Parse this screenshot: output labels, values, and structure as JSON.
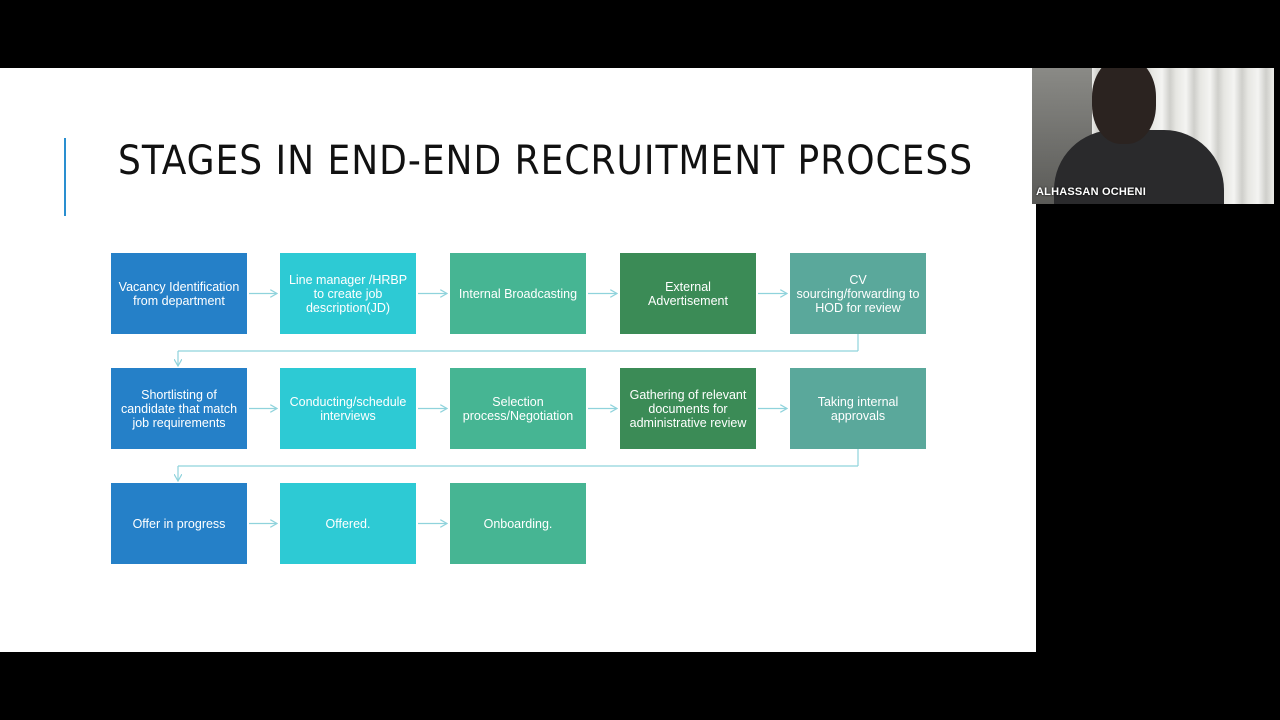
{
  "slide": {
    "title": "STAGES IN END-END RECRUITMENT PROCESS",
    "rows": [
      [
        {
          "label": "Vacancy Identification from department",
          "color": "blue"
        },
        {
          "label": "Line manager /HRBP to create job description(JD)",
          "color": "cyan"
        },
        {
          "label": "Internal Broadcasting",
          "color": "teal"
        },
        {
          "label": "External Advertisement",
          "color": "green"
        },
        {
          "label": "CV sourcing/forwarding to HOD for review",
          "color": "gray"
        }
      ],
      [
        {
          "label": "Shortlisting of candidate that match job requirements",
          "color": "blue"
        },
        {
          "label": "Conducting/schedule interviews",
          "color": "cyan"
        },
        {
          "label": "Selection process/Negotiation",
          "color": "teal"
        },
        {
          "label": "Gathering of relevant documents for administrative review",
          "color": "green"
        },
        {
          "label": "Taking internal approvals",
          "color": "gray"
        }
      ],
      [
        {
          "label": "Offer in progress",
          "color": "blue"
        },
        {
          "label": "Offered.",
          "color": "cyan"
        },
        {
          "label": "Onboarding.",
          "color": "teal"
        }
      ]
    ]
  },
  "video": {
    "participant_name": "ALHASSAN OCHENI"
  },
  "colors": {
    "blue": "#2580c8",
    "cyan": "#2dcad4",
    "teal": "#46b593",
    "green": "#3b8b56",
    "gray": "#5aa89b",
    "connector": "#8fd3dc",
    "accent": "#2a8fd0"
  }
}
